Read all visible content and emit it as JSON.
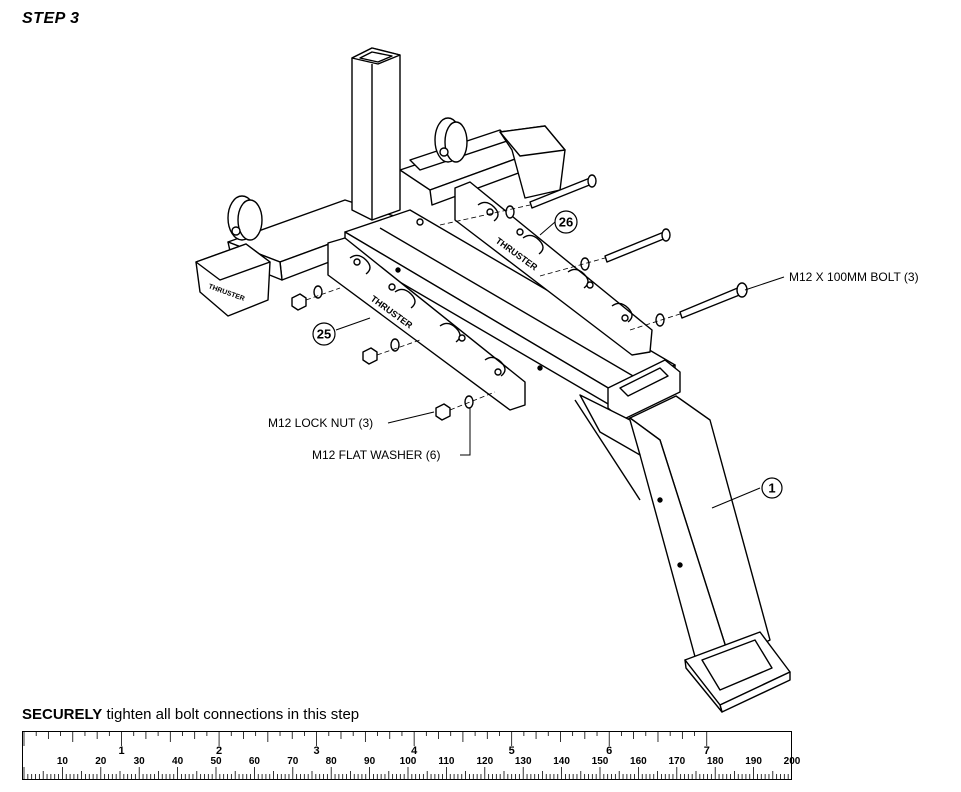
{
  "step_title": "STEP 3",
  "callouts": {
    "part_1": "1",
    "part_25": "25",
    "part_26": "26"
  },
  "labels": {
    "bolt": "M12 X 100MM BOLT (3)",
    "lock_nut": "M12 LOCK NUT (3)",
    "flat_washer": "M12 FLAT WASHER (6)"
  },
  "instruction": {
    "emphasis": "SECURELY",
    "rest": " tighten all bolt connections in this step"
  },
  "ruler": {
    "inch_labels": [
      "1",
      "2",
      "3",
      "4",
      "5",
      "6",
      "7"
    ],
    "mm_labels": [
      "10",
      "20",
      "30",
      "40",
      "50",
      "60",
      "70",
      "80",
      "90",
      "100",
      "110",
      "120",
      "130",
      "140",
      "150",
      "160",
      "170",
      "180",
      "190",
      "200"
    ]
  }
}
